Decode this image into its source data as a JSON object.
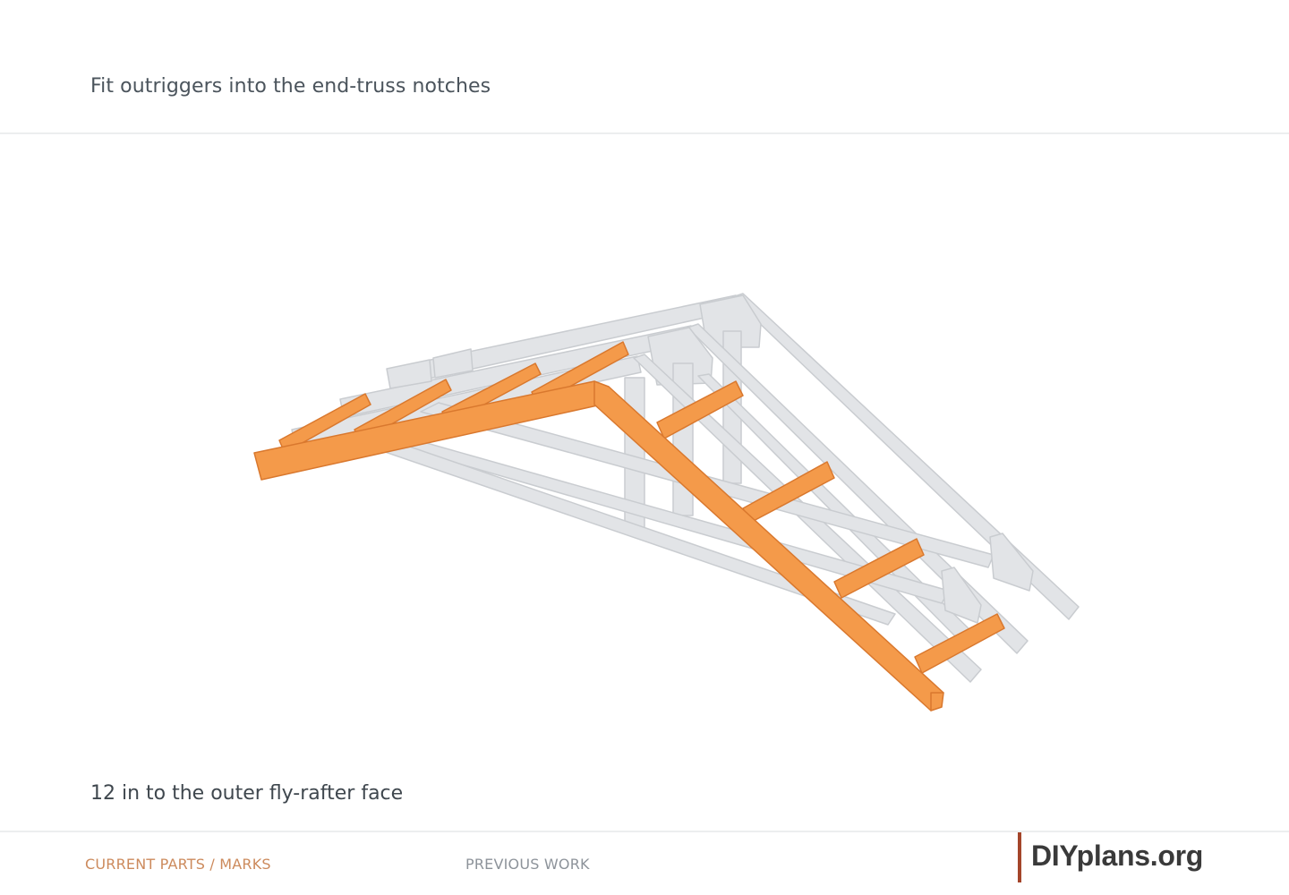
{
  "header": {
    "title": "Fit outriggers into the end-truss notches"
  },
  "diagram": {
    "note": "12 in to the outer fly-rafter face",
    "current_parts_color": "#f49a4a",
    "previous_work_color": "#e2e4e7"
  },
  "legend": {
    "current": "CURRENT PARTS / MARKS",
    "previous": "PREVIOUS WORK"
  },
  "brand": {
    "name": "DIYplans.org",
    "accent_color": "#a4452a"
  }
}
